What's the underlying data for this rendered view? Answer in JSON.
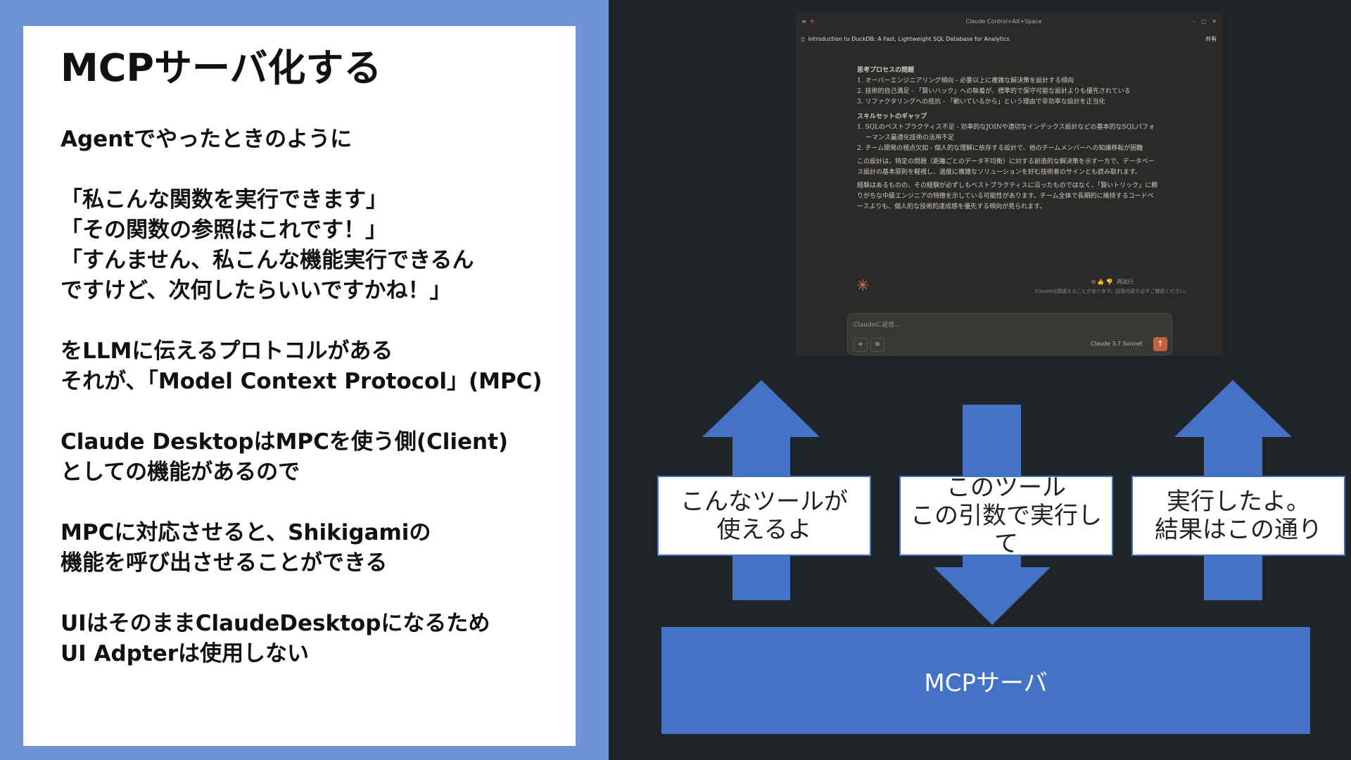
{
  "left": {
    "title": "MCPサーバ化する",
    "paragraphs": [
      "Agentでやったときのように",
      "「私こんな関数を実行できます」\n「その関数の参照はこれです！」\n「すんません、私こんな機能実行できるん\nですけど、次何したらいいですかね！」",
      "をLLMに伝えるプロトコルがある\nそれが、「Model Context Protocol」(MPC)",
      "Claude DesktopはMPCを使う側(Client)\nとしての機能があるので",
      "MPCに対応させると、Shikigamiの\n機能を呼び出させることができる",
      "UIはそのままClaudeDesktopになるため\nUI Adpterは使用しない"
    ]
  },
  "screenshot": {
    "window_title": "Claude   Control+Alt+Space",
    "conversation_title": "Introduction to DuckDB: A Fast, Lightweight SQL Database for Analytics",
    "share_label": "共有",
    "heading1": "思考プロセスの問題",
    "list1": [
      "1. オーバーエンジニアリング傾向 - 必要以上に複雑な解決策を設計する傾向",
      "2. 技術的自己満足 - 「賢いハック」への執着が、標準的で保守可能な設計よりも優先されている",
      "3. リファクタリングへの抵抗 - 「動いているから」という理由で非効率な設計を正当化"
    ],
    "heading2": "スキルセットのギャップ",
    "list2": [
      "1. SQLのベストプラクティス不足 - 効率的なJOINや適切なインデックス設計などの基本的なSQLパフォーマンス最適化技術の活用不足",
      "2. チーム開発の視点欠如 - 個人的な理解に依存する設計で、他のチームメンバーへの知識移転が困難"
    ],
    "para1": "この設計は、特定の問題（距離ごとのデータ不均衡）に対する創造的な解決策を示す一方で、データベース設計の基本原則を軽視し、過度に複雑なソリューションを好む技術者のサインとも読み取れます。",
    "para2": "経験はあるものの、その経験が必ずしもベストプラクティスに沿ったものではなく、「賢いトリック」に頼りがちな中級エンジニアの特徴を示している可能性があります。チーム全体で長期的に維持するコードベースよりも、個人的な技術的達成感を優先する傾向が見られます。",
    "retry_label": "再試行",
    "disclaimer": "Claudeは間違えることがあります。回答内容を必ずご確認ください。",
    "input_placeholder": "Claudeに返信...",
    "model_label": "Claude 3.7 Sonnet",
    "plus_glyph": "+",
    "tools_glyph": "≡",
    "send_glyph": "↑",
    "spark_glyph": "✳"
  },
  "diagram": {
    "box1": "こんなツールが\n使えるよ",
    "box2": "このツール\nこの引数で実行して",
    "box3": "実行したよ。\n結果はこの通り",
    "server_label": "MCPサーバ",
    "arrow_color": "#4472c4"
  }
}
